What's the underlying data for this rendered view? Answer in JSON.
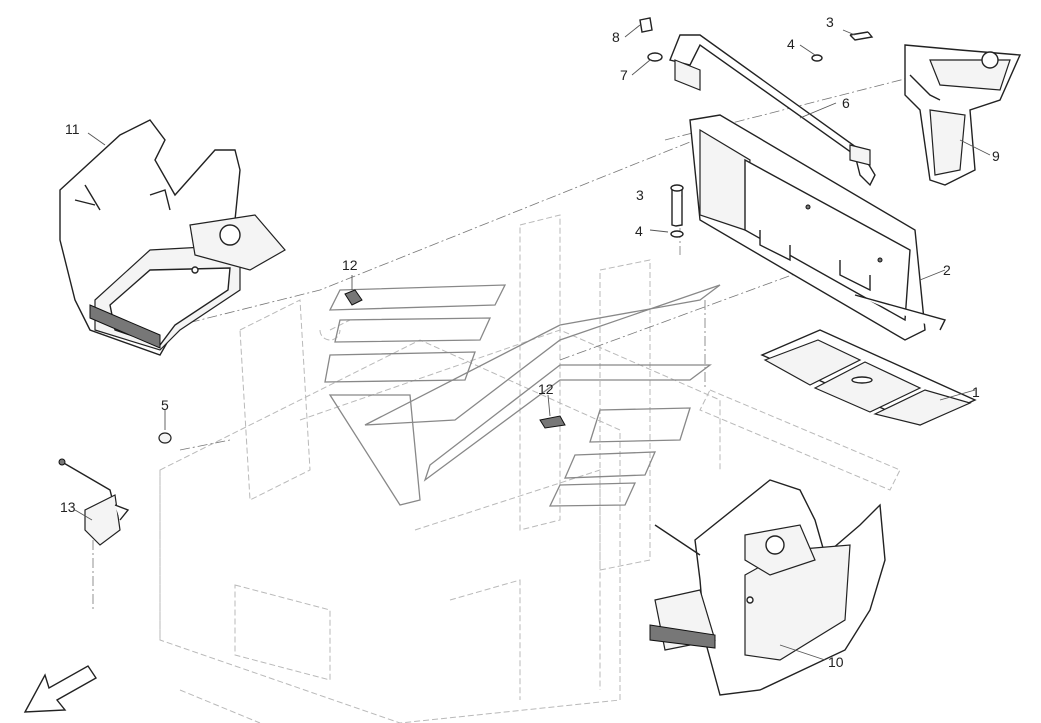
{
  "callouts": {
    "c1": "1",
    "c2": "2",
    "c3a": "3",
    "c3b": "3",
    "c4a": "4",
    "c4b": "4",
    "c5": "5",
    "c6": "6",
    "c7": "7",
    "c8": "8",
    "c9": "9",
    "c10": "10",
    "c11": "11",
    "c12a": "12",
    "c12b": "12",
    "c13": "13"
  },
  "icons": {
    "direction_arrow": "front-direction-arrow-icon",
    "watermark": "watermark-logo"
  }
}
